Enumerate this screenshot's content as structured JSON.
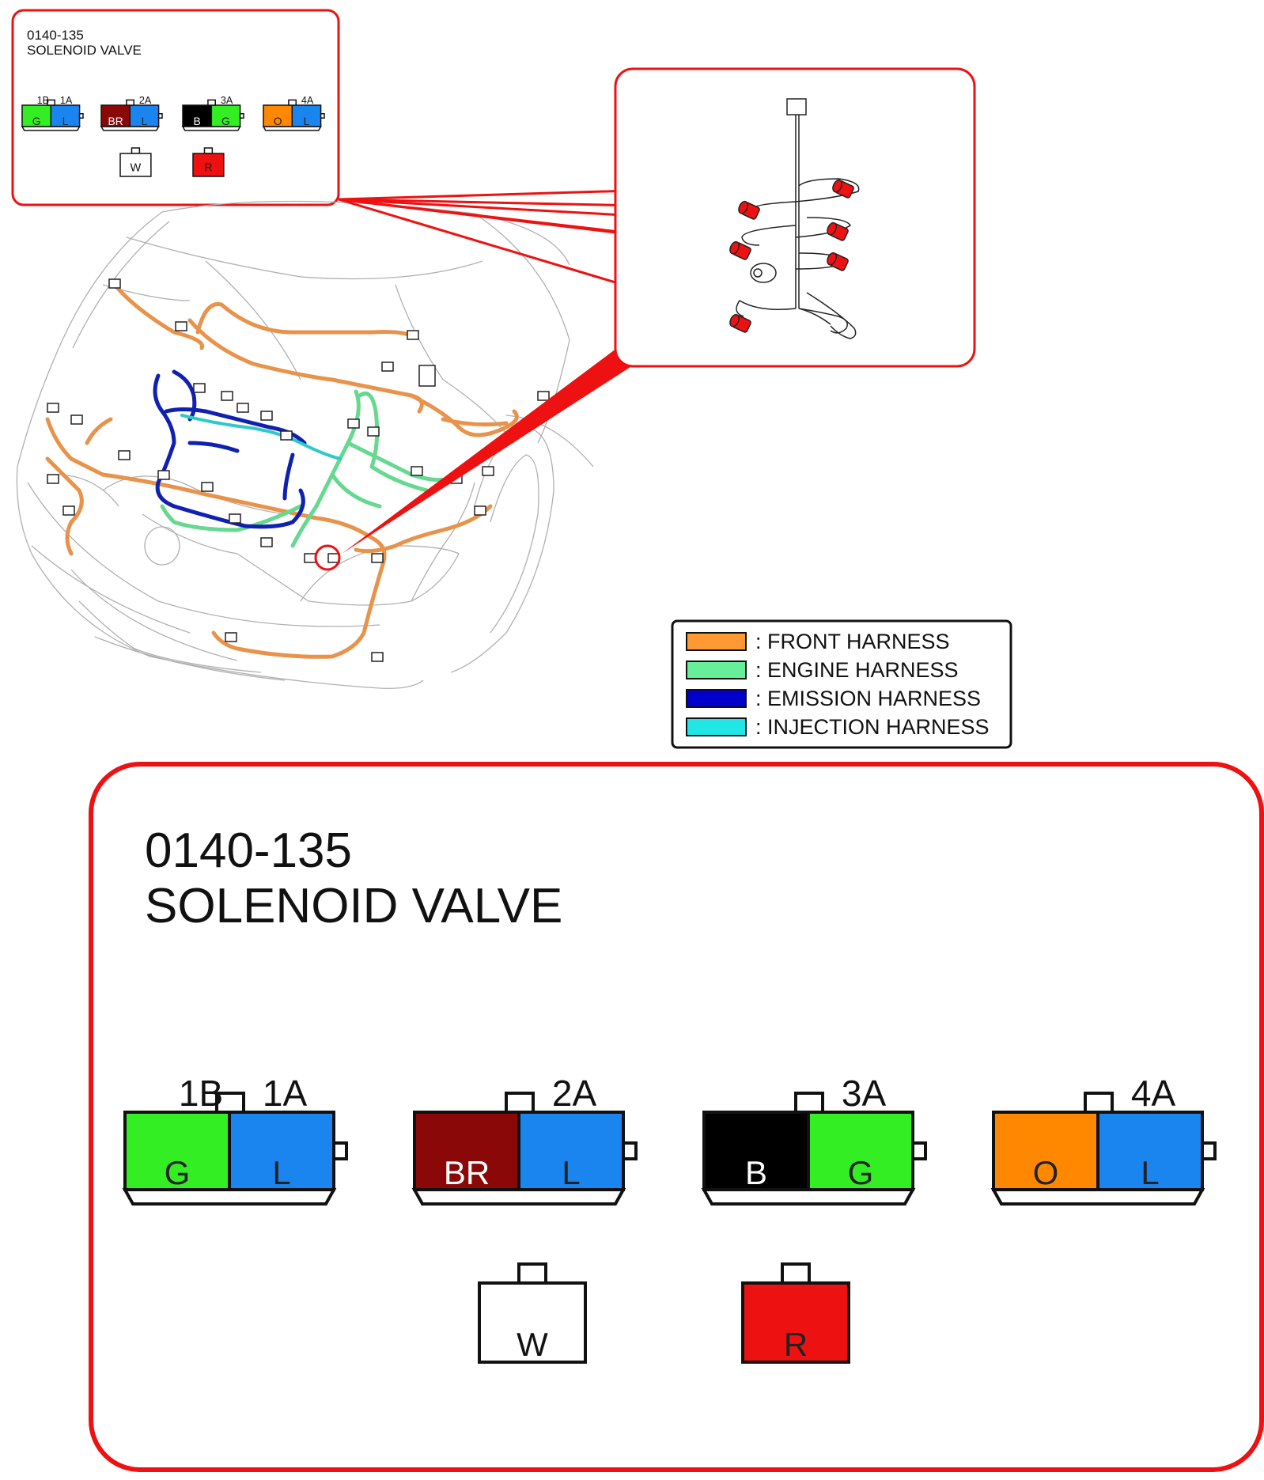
{
  "connector": {
    "code": "0140-135",
    "name": "SOLENOID VALVE"
  },
  "pins": [
    {
      "id": "1",
      "labels": [
        "1B",
        "1A"
      ],
      "cells": [
        {
          "text": "G",
          "fill": "#33ee22",
          "textColor": "#222222"
        },
        {
          "text": "L",
          "fill": "#1a85ee",
          "textColor": "#222222"
        }
      ]
    },
    {
      "id": "2",
      "labels": [
        "",
        "2A"
      ],
      "cells": [
        {
          "text": "BR",
          "fill": "#8b0808",
          "textColor": "#ffffff"
        },
        {
          "text": "L",
          "fill": "#1a85ee",
          "textColor": "#222222"
        }
      ]
    },
    {
      "id": "3",
      "labels": [
        "",
        "3A"
      ],
      "cells": [
        {
          "text": "B",
          "fill": "#000000",
          "textColor": "#ffffff"
        },
        {
          "text": "G",
          "fill": "#33ee22",
          "textColor": "#222222"
        }
      ]
    },
    {
      "id": "4",
      "labels": [
        "",
        "4A"
      ],
      "cells": [
        {
          "text": "O",
          "fill": "#ff8800",
          "textColor": "#222222"
        },
        {
          "text": "L",
          "fill": "#1a85ee",
          "textColor": "#222222"
        }
      ]
    }
  ],
  "singles": [
    {
      "text": "W",
      "fill": "#ffffff",
      "textColor": "#111111"
    },
    {
      "text": "R",
      "fill": "#ee1111",
      "textColor": "#222222"
    }
  ],
  "legend": [
    {
      "label": ": FRONT HARNESS",
      "color": "#ff9933"
    },
    {
      "label": ": ENGINE HARNESS",
      "color": "#66ee99"
    },
    {
      "label": ": EMISSION HARNESS",
      "color": "#0000cc"
    },
    {
      "label": ": INJECTION HARNESS",
      "color": "#22e6e6"
    }
  ],
  "colors": {
    "callout": "#ee1111",
    "line": "#111111",
    "front": "#e8924a",
    "engine": "#66d88f",
    "emission": "#1020b0",
    "injection": "#30c8c8",
    "body": "#b8b8b8"
  }
}
